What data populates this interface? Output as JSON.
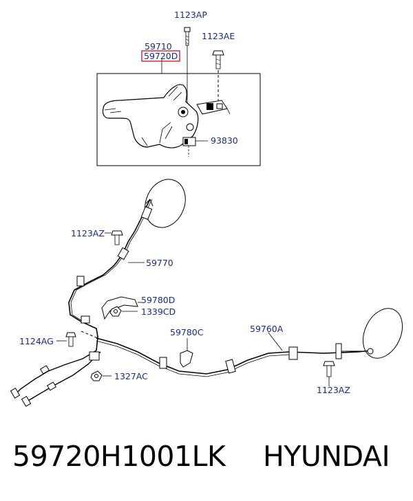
{
  "callouts": {
    "c1123ap": "1123AP",
    "c1123ae": "1123AE",
    "c59710": "59710",
    "c59720d": "59720D",
    "c93830": "93830",
    "c1123az_top": "1123AZ",
    "c59770": "59770",
    "c59780d": "59780D",
    "c1339cd": "1339CD",
    "c1124ag": "1124AG",
    "c59780c": "59780C",
    "c59760a": "59760A",
    "c1327ac": "1327AC",
    "c1123az_bottom": "1123AZ"
  },
  "highlight_color": "#d0202a",
  "label_color": "#1a2a88",
  "footer": {
    "part_number": "59720H1001LK",
    "brand": "HYUNDAI"
  }
}
